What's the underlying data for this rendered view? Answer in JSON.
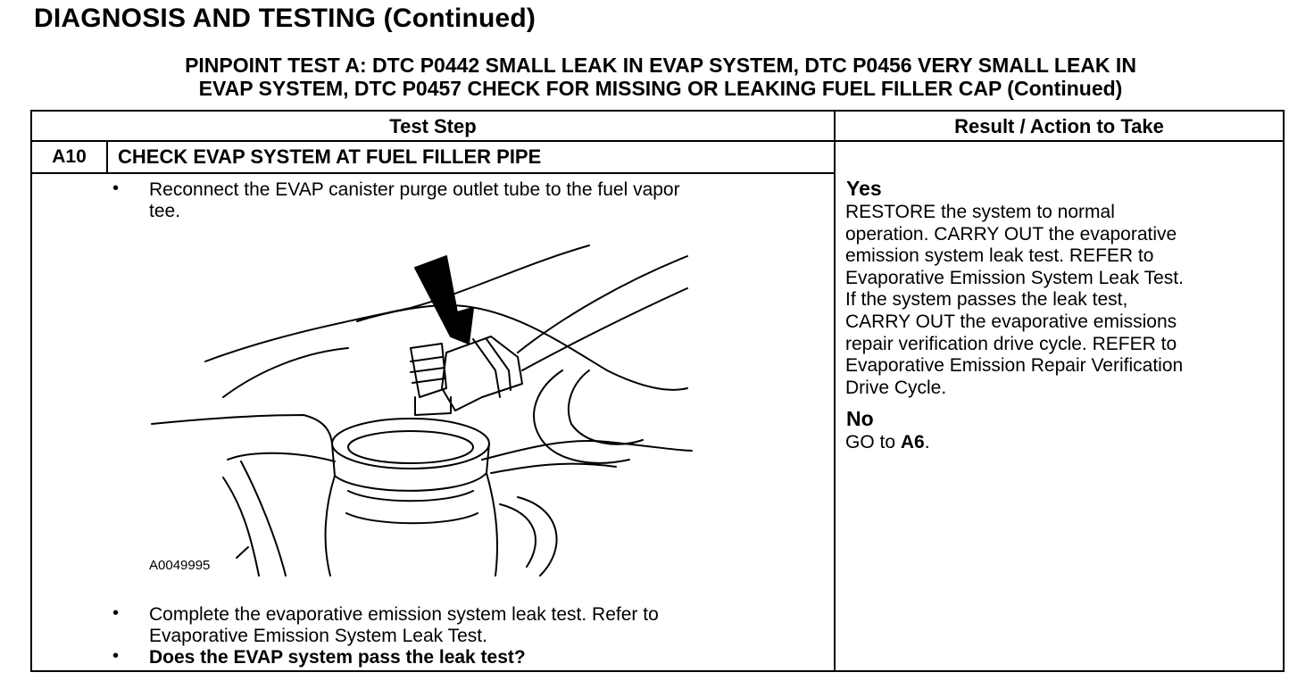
{
  "page": {
    "heading": "DIAGNOSIS AND TESTING (Continued)",
    "test_title_line1": "PINPOINT TEST  A: DTC P0442 SMALL LEAK IN EVAP SYSTEM, DTC P0456 VERY SMALL LEAK IN",
    "test_title_line2": "EVAP SYSTEM, DTC P0457 CHECK FOR MISSING OR LEAKING FUEL FILLER CAP (Continued)"
  },
  "table": {
    "col_test_step": "Test Step",
    "col_result": "Result / Action to Take",
    "step": {
      "id": "A10",
      "title": "CHECK EVAP SYSTEM AT FUEL FILLER PIPE",
      "bullet_char": "•",
      "bullet1_line1": "Reconnect the EVAP canister purge outlet tube to the fuel vapor",
      "bullet1_line2": "tee.",
      "figure_label": "A0049995",
      "bullet2_line1": "Complete the evaporative emission system leak test. Refer to",
      "bullet2_line2": "Evaporative Emission System Leak Test.",
      "bullet3": "Does the EVAP system pass the leak test?"
    },
    "result": {
      "yes_label": "Yes",
      "yes_lines": [
        "RESTORE the system to normal",
        "operation. CARRY OUT the evaporative",
        "emission system leak test. REFER to",
        "Evaporative Emission System Leak Test.",
        "If the system passes the leak test,",
        "CARRY OUT the evaporative emissions",
        "repair verification drive cycle. REFER to",
        "Evaporative Emission Repair Verification",
        "Drive Cycle."
      ],
      "no_label": "No",
      "no_prefix": "GO to ",
      "no_target": "A6",
      "no_suffix": "."
    }
  }
}
